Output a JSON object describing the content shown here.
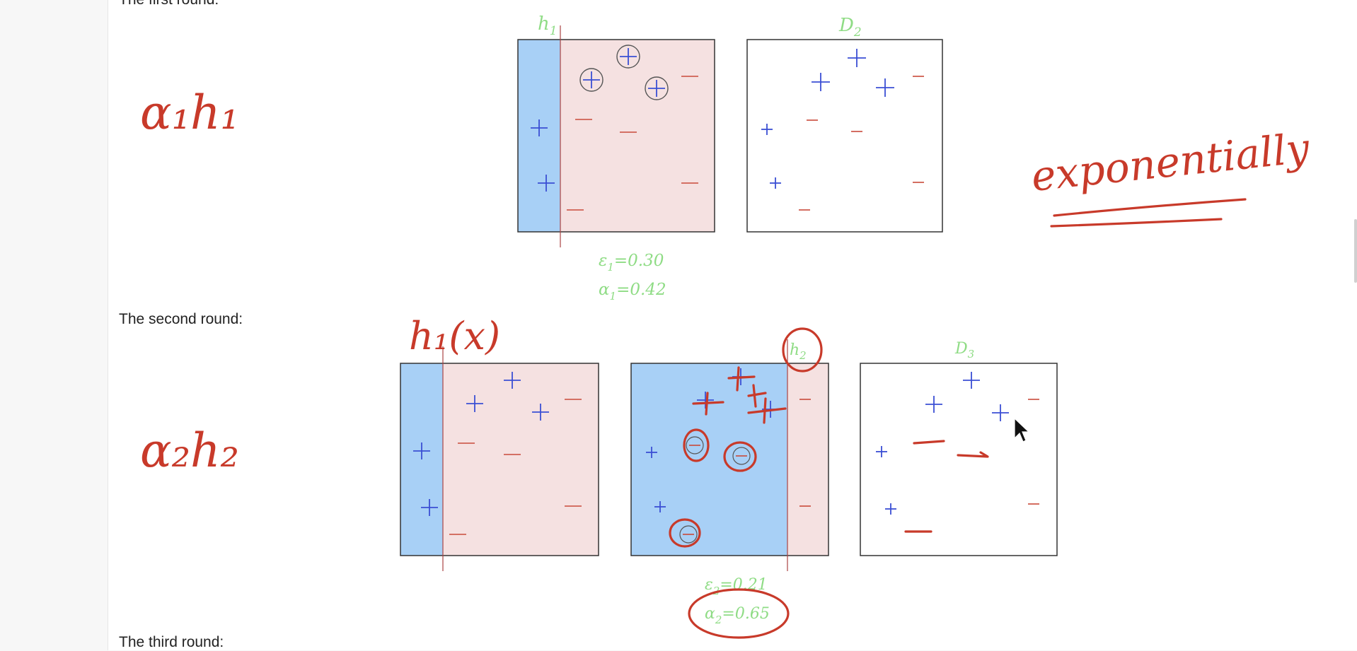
{
  "rounds": {
    "first_label": "The first round:",
    "second_label": "The second round:",
    "third_label": "The third round:"
  },
  "round1": {
    "h_label": "h",
    "h_sub": "1",
    "d_label": "D",
    "d_sub": "2",
    "epsilon": "ε",
    "epsilon_sub": "1",
    "epsilon_value": "=0.30",
    "alpha": "α",
    "alpha_sub": "1",
    "alpha_value": "=0.42"
  },
  "round2": {
    "h_label": "h",
    "h_sub": "2",
    "d_label": "D",
    "d_sub": "3",
    "epsilon": "ε",
    "epsilon_sub": "2",
    "epsilon_value": "=0.21",
    "alpha": "α",
    "alpha_sub": "2",
    "alpha_value": "=0.65"
  },
  "annotations": {
    "alpha1_h1": "α₁h₁",
    "alpha2_h2": "α₂h₂",
    "h1_of_x": "h₁(x)",
    "exponentially": "exponentially"
  },
  "colors": {
    "blue_region": "#a8d0f6",
    "pink_region": "#f5e1e1",
    "plus": "#3b4fd4",
    "minus": "#c94a3a",
    "label_green": "#8fdc85",
    "ink_red": "#c83a2a"
  }
}
